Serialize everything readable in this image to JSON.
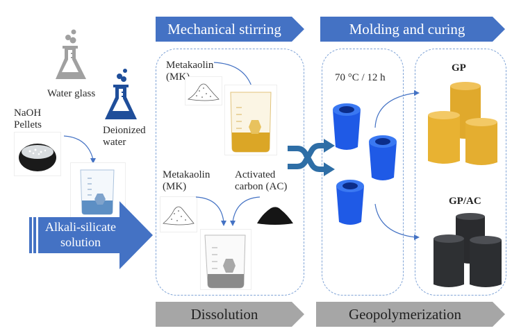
{
  "banners": {
    "mechanical_stirring": "Mechanical stirring",
    "molding_and_curing": "Molding and curing",
    "dissolution": "Dissolution",
    "geopolymerization": "Geopolymerization"
  },
  "reagents": {
    "water_glass": "Water glass",
    "deionized_water_line1": "Deionized",
    "deionized_water_line2": "water",
    "naoh_line1": "NaOH",
    "naoh_line2": "Pellets"
  },
  "alkali_arrow": {
    "line1": "Alkali-silicate",
    "line2": "solution"
  },
  "stirring": {
    "mk_top_line1": "Metakaolin",
    "mk_top_line2": "(MK)",
    "mk_bottom_line1": "Metakaolin",
    "mk_bottom_line2": "(MK)",
    "ac_line1": "Activated",
    "ac_line2": "carbon (AC)"
  },
  "curing": {
    "condition": "70 °C / 12 h"
  },
  "products": {
    "gp": "GP",
    "gp_ac": "GP/AC"
  },
  "colors": {
    "banner_blue": "#4472c4",
    "banner_gray": "#a6a6a6",
    "mold_blue": "#1f5ae6",
    "gp_yellow": "#e8b232",
    "gp_ac_dark": "#2e3033",
    "dashed_border": "#7fa3d6",
    "flask_gray": "#a0a0a0",
    "flask_blue": "#1f4e9a"
  }
}
